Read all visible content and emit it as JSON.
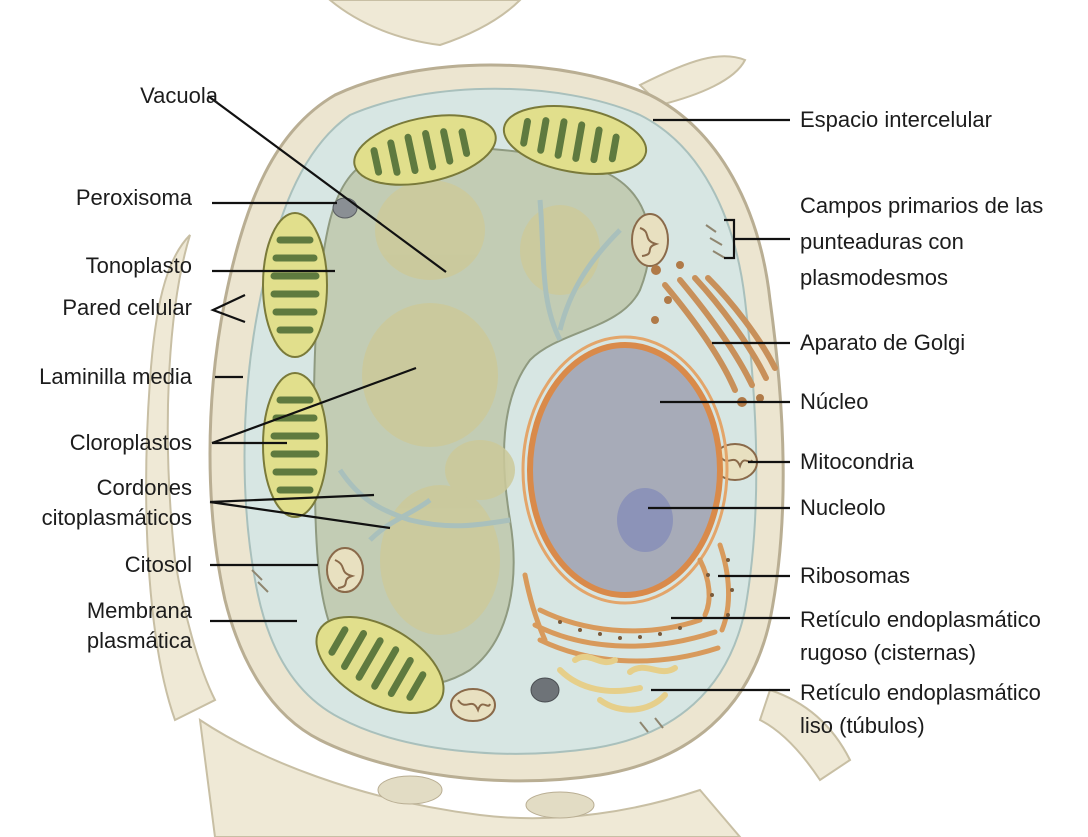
{
  "labels": {
    "vacuola": "Vacuola",
    "peroxisoma": "Peroxisoma",
    "tonoplasto": "Tonoplasto",
    "pared_celular": "Pared celular",
    "laminilla_media": "Laminilla media",
    "cloroplastos": "Cloroplastos",
    "cordones": [
      "Cordones",
      "citoplasmáticos"
    ],
    "citosol": "Citosol",
    "membrana": [
      "Membrana",
      "plasmática"
    ],
    "espacio_intercelular": "Espacio intercelular",
    "campos_primarios": [
      "Campos primarios de las",
      "punteaduras con",
      "plasmodesmos"
    ],
    "aparato_golgi": "Aparato de Golgi",
    "nucleo": "Núcleo",
    "mitocondria": "Mitocondria",
    "nucleolo": "Nucleolo",
    "ribosomas": "Ribosomas",
    "reticulo_rugoso": [
      "Retículo endoplasmático",
      "rugoso (cisternas)"
    ],
    "reticulo_liso": [
      "Retículo endoplasmático",
      "liso (túbulos)"
    ]
  },
  "colors": {
    "cell_wall": "#ece5d0",
    "cell_wall_edge": "#b9ae93",
    "cytoplasm": "#d7e6e3",
    "vacuole": "#c2ccb4",
    "vacuole_blob": "#ccc99a",
    "chloroplast": "#e1df8c",
    "chloroplast_edge": "#7a7a3a",
    "thylakoid": "#5f7a3f",
    "nucleus": "#a7abb8",
    "nuclear_envelope": "#d98a4a",
    "nucleolus": "#8a90b8",
    "golgi": "#c8905a",
    "er": "#d89a5c",
    "leader": "#111111"
  }
}
